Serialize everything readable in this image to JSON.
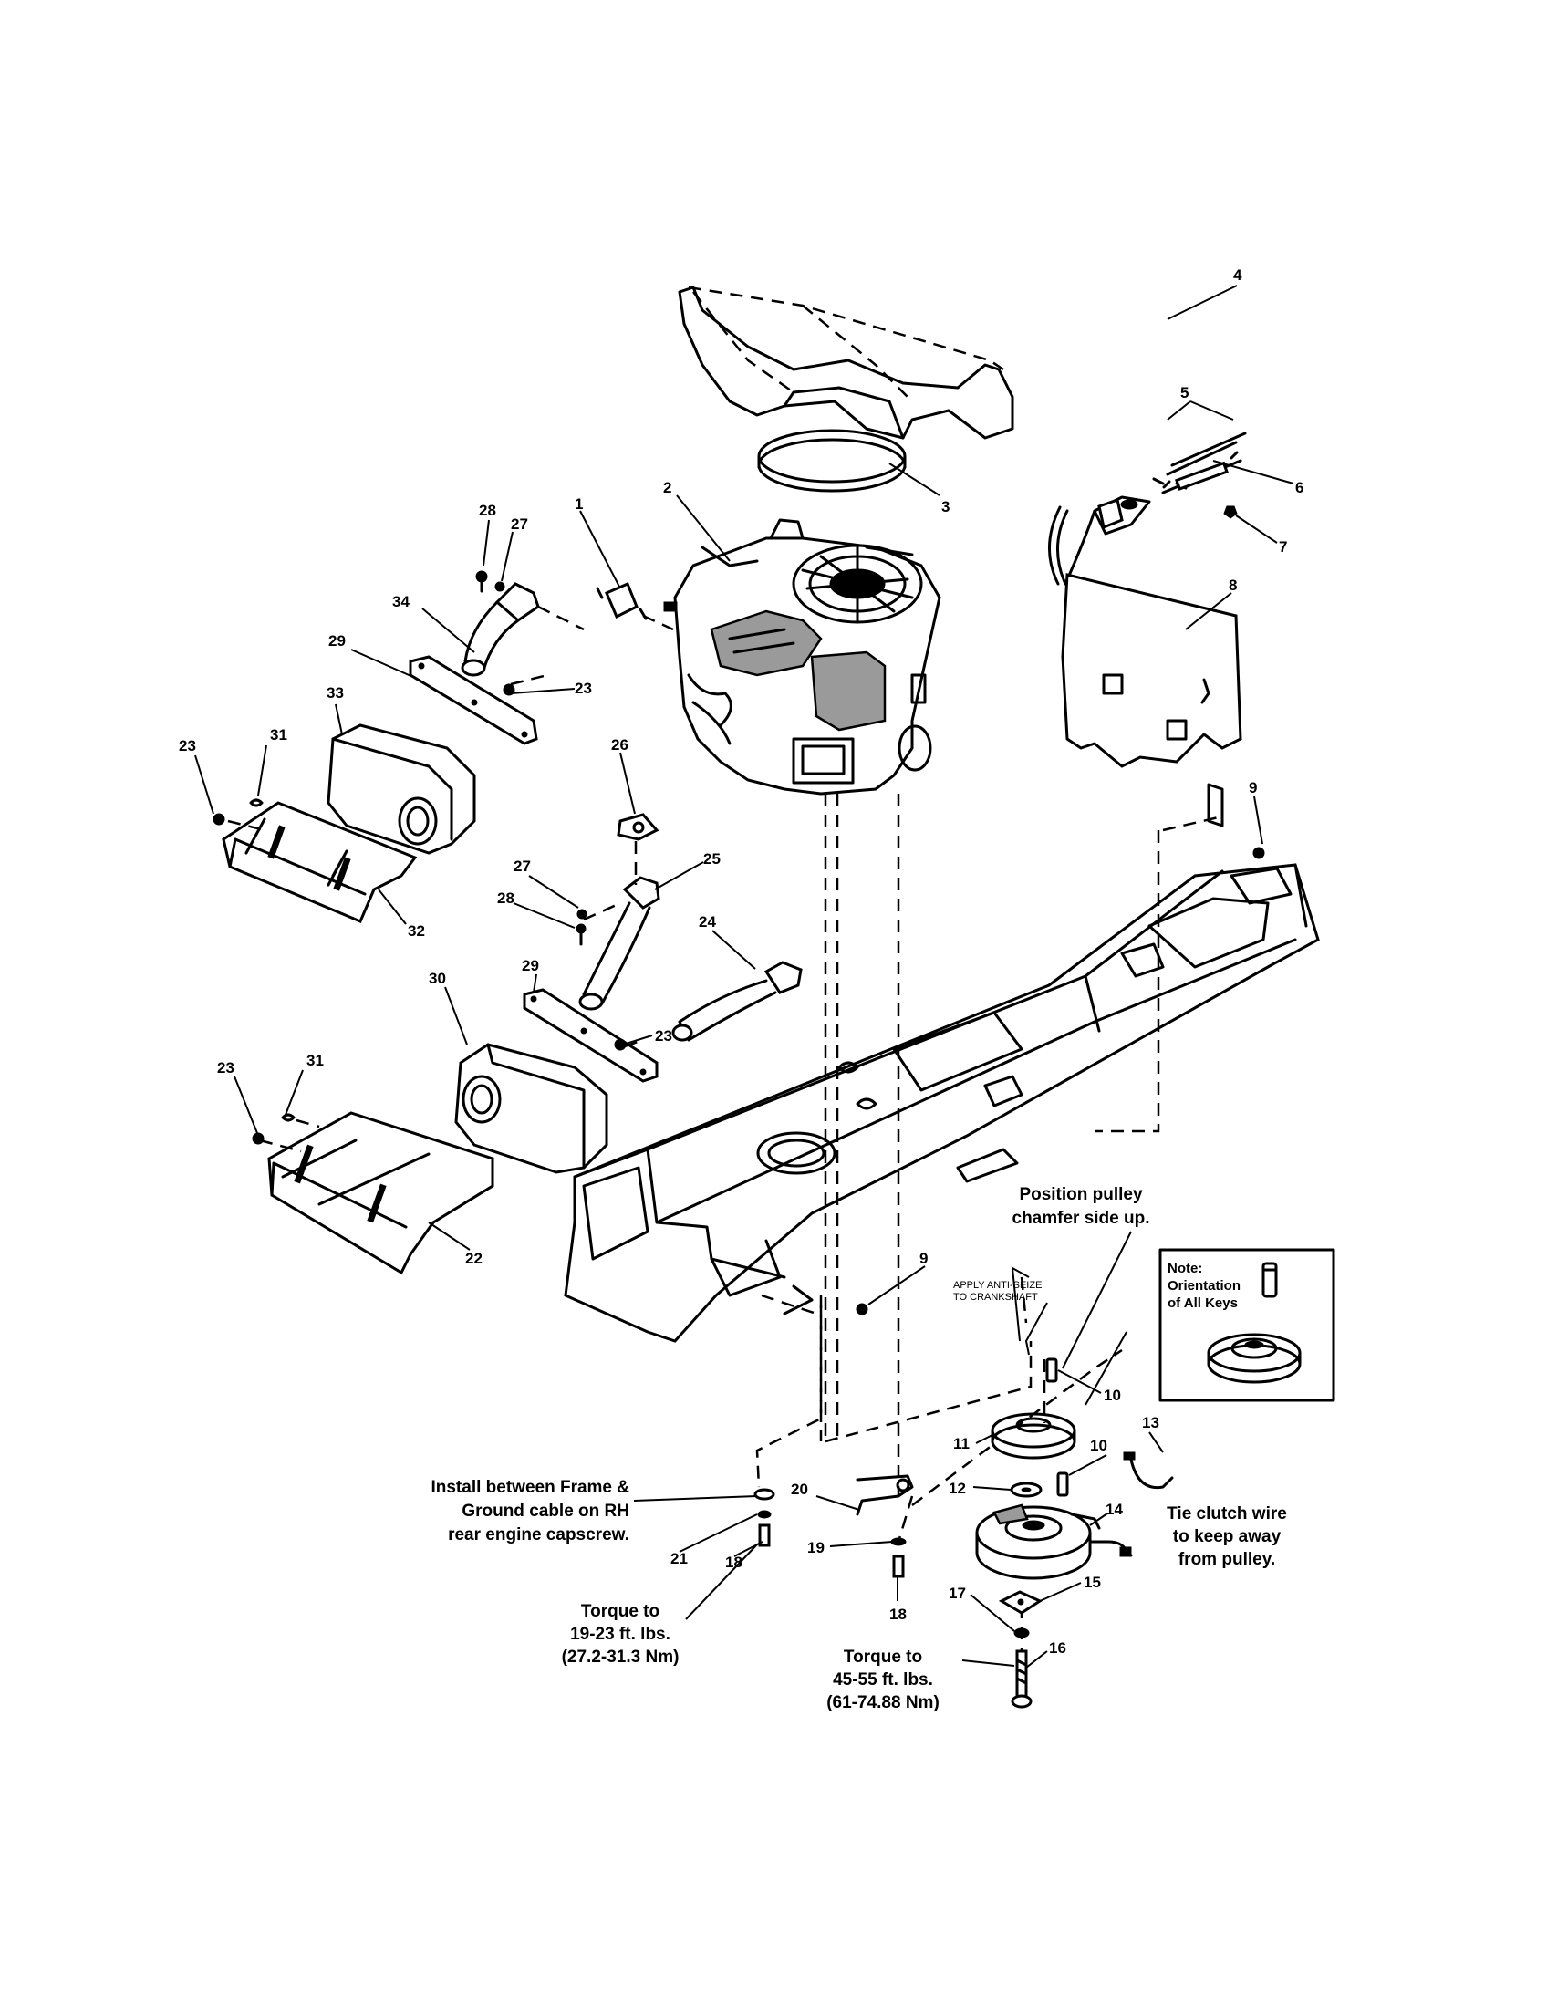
{
  "callouts": {
    "c1": "1",
    "c2": "2",
    "c3": "3",
    "c4": "4",
    "c5": "5",
    "c6": "6",
    "c7": "7",
    "c8": "8",
    "c9a": "9",
    "c9b": "9",
    "c10a": "10",
    "c10b": "10",
    "c11": "11",
    "c12": "12",
    "c13": "13",
    "c14": "14",
    "c15": "15",
    "c16": "16",
    "c17": "17",
    "c18a": "18",
    "c18b": "18",
    "c19": "19",
    "c20": "20",
    "c21": "21",
    "c22": "22",
    "c23a": "23",
    "c23b": "23",
    "c23c": "23",
    "c23d": "23",
    "c24": "24",
    "c25": "25",
    "c26": "26",
    "c27a": "27",
    "c27b": "27",
    "c28a": "28",
    "c28b": "28",
    "c29a": "29",
    "c29b": "29",
    "c30": "30",
    "c31a": "31",
    "c31b": "31",
    "c32": "32",
    "c33": "33",
    "c34": "34"
  },
  "notes": {
    "pulley_position": [
      "Position pulley",
      "chamfer side up."
    ],
    "anti_seize": [
      "APPLY ANTI-SEIZE",
      "TO CRANKSHAFT"
    ],
    "keys_box": [
      "Note:",
      "Orientation",
      "of All Keys"
    ],
    "ground_cable": [
      "Install between Frame &",
      "Ground cable on RH",
      "rear engine capscrew."
    ],
    "torque_left": [
      "Torque to",
      "19-23 ft. lbs.",
      "(27.2-31.3 Nm)"
    ],
    "torque_center": [
      "Torque to",
      "45-55 ft. lbs.",
      "(61-74.88 Nm)"
    ],
    "clutch_wire": [
      "Tie clutch wire",
      "to keep away",
      "from pulley."
    ]
  }
}
